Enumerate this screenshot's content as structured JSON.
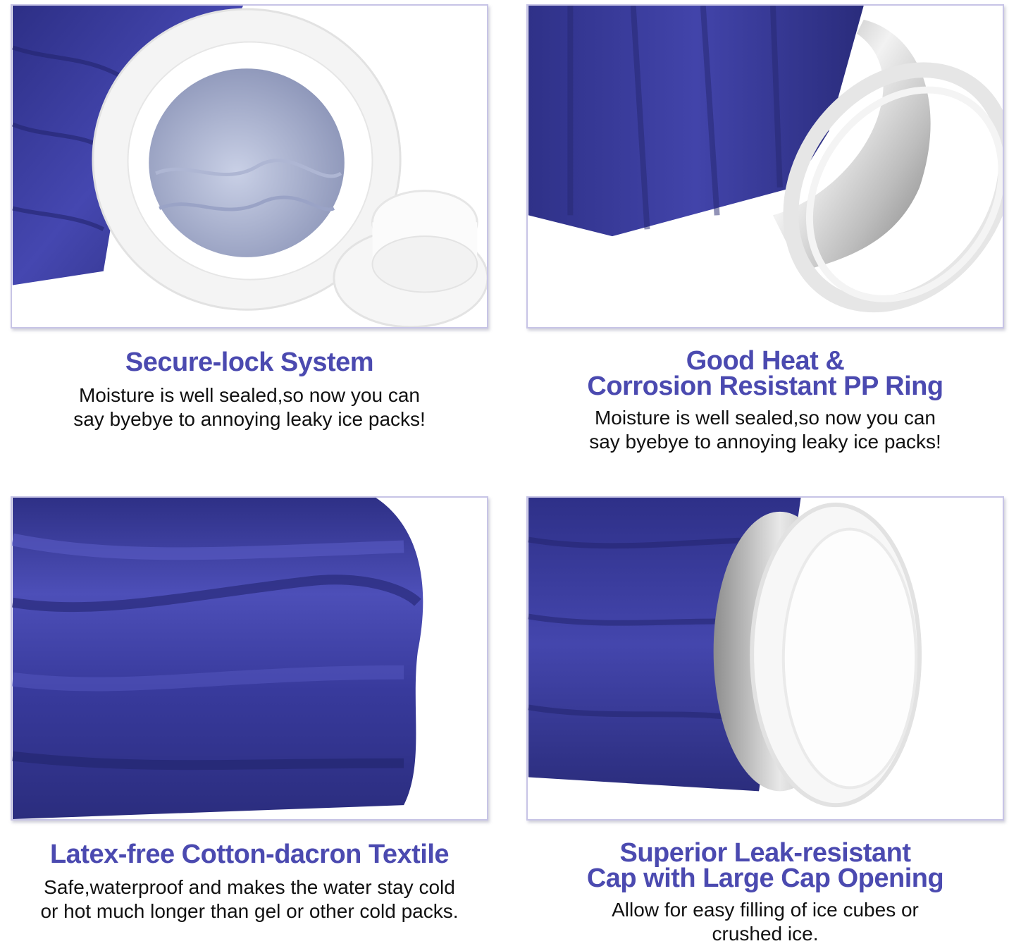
{
  "colors": {
    "title": "#4b4ab0",
    "text": "#111111",
    "fabric": "#3a3d99",
    "frame": "#c7c4e6"
  },
  "features": [
    {
      "image": "opened-ice-bag-with-cap",
      "title_lines": [
        "Secure-lock System"
      ],
      "desc_lines": [
        "Moisture is well sealed,so now you can",
        "say byebye to annoying leaky ice packs!"
      ]
    },
    {
      "image": "ice-bag-pp-ring",
      "title_lines": [
        "Good Heat &",
        "Corrosion Resistant PP Ring"
      ],
      "desc_lines": [
        "Moisture is well sealed,so now you can",
        "say byebye to annoying leaky ice packs!"
      ]
    },
    {
      "image": "ice-bag-fabric-closeup",
      "title_lines": [
        "Latex-free Cotton-dacron Textile"
      ],
      "desc_lines": [
        "Safe,waterproof and makes the water stay cold",
        "or hot much longer than gel or other cold packs."
      ]
    },
    {
      "image": "ice-bag-large-cap",
      "title_lines": [
        "Superior Leak-resistant",
        "Cap with Large Cap Opening"
      ],
      "desc_lines": [
        "Allow for easy filling of ice cubes or",
        "crushed ice."
      ]
    }
  ]
}
